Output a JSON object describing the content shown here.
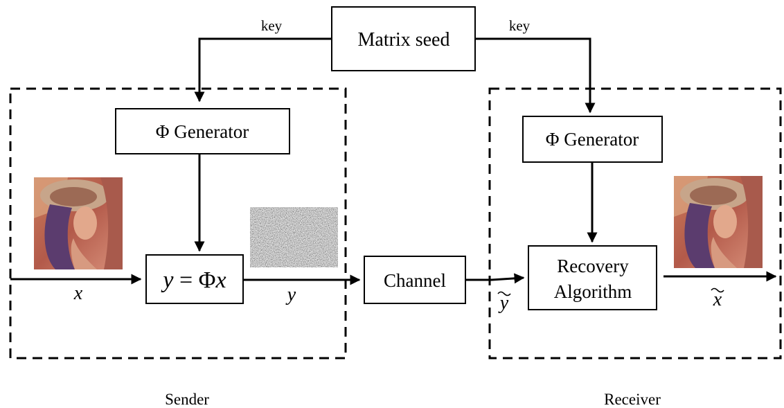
{
  "matrix_seed": {
    "label": "Matrix seed"
  },
  "keys": {
    "left": "key",
    "right": "key"
  },
  "sender": {
    "label": "Sender",
    "generator_label": "Φ Generator",
    "equation": {
      "lhs": "y",
      "eq": " = ",
      "phi": "Φ",
      "rhs": "x"
    },
    "input_label": "x",
    "output_label": "y"
  },
  "channel": {
    "label": "Channel"
  },
  "receiver": {
    "label": "Receiver",
    "generator_label": "Φ Generator",
    "recovery_line1": "Recovery",
    "recovery_line2": "Algorithm",
    "input_label": "y",
    "output_label": "x"
  }
}
